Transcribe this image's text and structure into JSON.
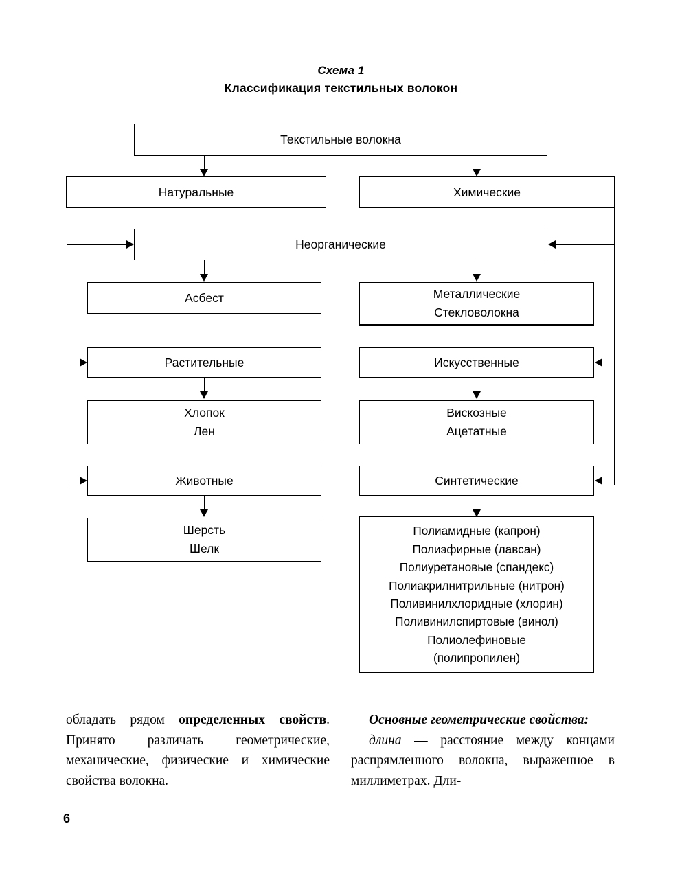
{
  "page": {
    "number": "6"
  },
  "title": {
    "scheme_label": "Схема 1",
    "scheme_title": "Классификация текстильных волокон"
  },
  "diagram": {
    "type": "flowchart",
    "orientation": "top-down with side buses",
    "nodes": {
      "root": {
        "label": "Текстильные волокна"
      },
      "natural": {
        "label": "Натуральные"
      },
      "chemical": {
        "label": "Химические"
      },
      "inorganic": {
        "label": "Неорганические"
      },
      "asbestos": {
        "label": "Асбест"
      },
      "metallic": {
        "line1": "Металлические",
        "line2": "Стекловолокна"
      },
      "vegetable": {
        "label": "Растительные"
      },
      "artificial": {
        "label": "Искусственные"
      },
      "cotton_flax": {
        "line1": "Хлопок",
        "line2": "Лен"
      },
      "viscose_acetate": {
        "line1": "Вискозные",
        "line2": "Ацетатные"
      },
      "animal": {
        "label": "Животные"
      },
      "synthetic": {
        "label": "Синтетические"
      },
      "wool_silk": {
        "line1": "Шерсть",
        "line2": "Шелк"
      },
      "synthetic_list": {
        "items": [
          "Полиамидные (капрон)",
          "Полиэфирные (лавсан)",
          "Полиуретановые (спандекс)",
          "Полиакрилнитрильные (нитрон)",
          "Поливинилхлоридные (хлорин)",
          "Поливинилспиртовые (винол)",
          "Полиолефиновые",
          "(полипропилен)"
        ]
      }
    },
    "edges": [
      {
        "from": "root",
        "to": "natural",
        "style": "arrow-down"
      },
      {
        "from": "root",
        "to": "chemical",
        "style": "arrow-down"
      },
      {
        "from": "natural",
        "to": "inorganic",
        "style": "bus-left-arrow-right"
      },
      {
        "from": "natural",
        "to": "vegetable",
        "style": "bus-left-arrow-right"
      },
      {
        "from": "natural",
        "to": "animal",
        "style": "bus-left-arrow-right"
      },
      {
        "from": "chemical",
        "to": "inorganic",
        "style": "bus-right-arrow-left"
      },
      {
        "from": "chemical",
        "to": "artificial",
        "style": "bus-right-arrow-left"
      },
      {
        "from": "chemical",
        "to": "synthetic",
        "style": "bus-right-arrow-left"
      },
      {
        "from": "inorganic",
        "to": "asbestos",
        "style": "arrow-down"
      },
      {
        "from": "inorganic",
        "to": "metallic",
        "style": "arrow-down"
      },
      {
        "from": "vegetable",
        "to": "cotton_flax",
        "style": "arrow-down"
      },
      {
        "from": "artificial",
        "to": "viscose_acetate",
        "style": "arrow-down"
      },
      {
        "from": "animal",
        "to": "wool_silk",
        "style": "arrow-down"
      },
      {
        "from": "synthetic",
        "to": "synthetic_list",
        "style": "arrow-down"
      }
    ]
  },
  "body": {
    "left_column": {
      "p1_part1": "обладать рядом ",
      "p1_bold1": "определенных свойств",
      "p1_part2": ". Принято различать геометрические, механические, физические и химические свойства волокна."
    },
    "right_column": {
      "heading": "Основные геометрические свой­ства:",
      "term": "длина",
      "definition": " — расстояние между концами распрямленного волокна, выраженное в миллиметрах. Дли-"
    }
  },
  "colors": {
    "ink": "#000000",
    "paper": "#ffffff"
  }
}
